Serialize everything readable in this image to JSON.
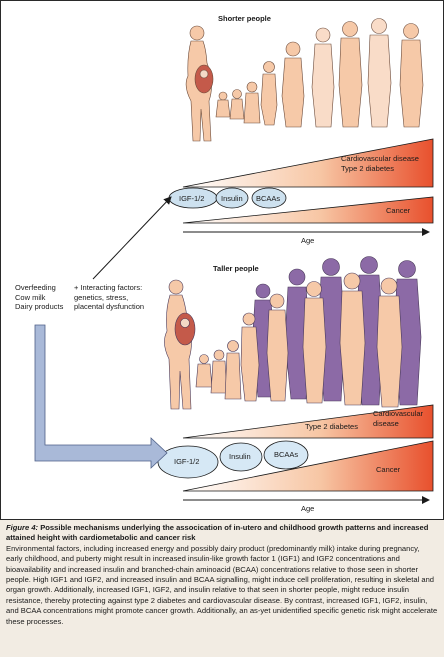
{
  "top_panel": {
    "title": "Shorter people",
    "wedge_top_label": "Cardiovascular disease\nType 2 diabetes",
    "wedge_bottom_label": "Cancer",
    "biomarkers": [
      "IGF-1/2",
      "Insulin",
      "BCAAs"
    ],
    "axis_label": "Age"
  },
  "bottom_panel": {
    "title": "Taller people",
    "wedge_top_label": "Cardiovascular\ndisease",
    "wedge_top_extra": "Type 2 diabetes",
    "wedge_bottom_label": "Cancer",
    "biomarkers": [
      "IGF-1/2",
      "Insulin",
      "BCAAs"
    ],
    "axis_label": "Age"
  },
  "exposures": "Overfeeding\nCow milk\nDairy products",
  "interacting_factors": "+ Interacting factors:\ngenetics, stress,\nplacental dysfunction",
  "colors": {
    "wedge_start": "#ffffff",
    "wedge_end": "#e8502d",
    "oval_fill": "#cde1ef",
    "oval_fill_bottom": "#d6e8f5",
    "skin": "#f6c9a8",
    "skin_light": "#f9dcc8",
    "taller_purple": "#8c6aa6",
    "arrow_blue": "#a9b9d8"
  },
  "caption": {
    "label": "Figure 4:",
    "title": "Possible mechanisms underlying the assocication of in-utero and childhood growth patterns and increased attained height with cardiometabolic and cancer risk",
    "body": "Environmental factors, including increased energy and possibly dairy product (predominantly milk) intake during pregnancy, early childhood, and puberty might result in increased insulin-like growth factor 1 (IGF1) and IGF2 concentrations and bioavailability and increased insulin and branched-chain aminoacid (BCAA) concentrations relative to those seen in shorter people. High IGF1 and IGF2, and increased insulin and BCAA signalling, might induce cell proliferation, resulting in skeletal and organ growth. Additionally, increased IGF1, IGF2, and insulin relative to that seen in shorter people, might reduce insulin resistance, thereby protecting against type 2 diabetes and cardiovascular disease. By contrast, increased IGF1, IGF2, insulin, and BCAA concentrations might promote cancer growth. Additionally, an as-yet unidentified specific genetic risk might accelerate these processes."
  }
}
